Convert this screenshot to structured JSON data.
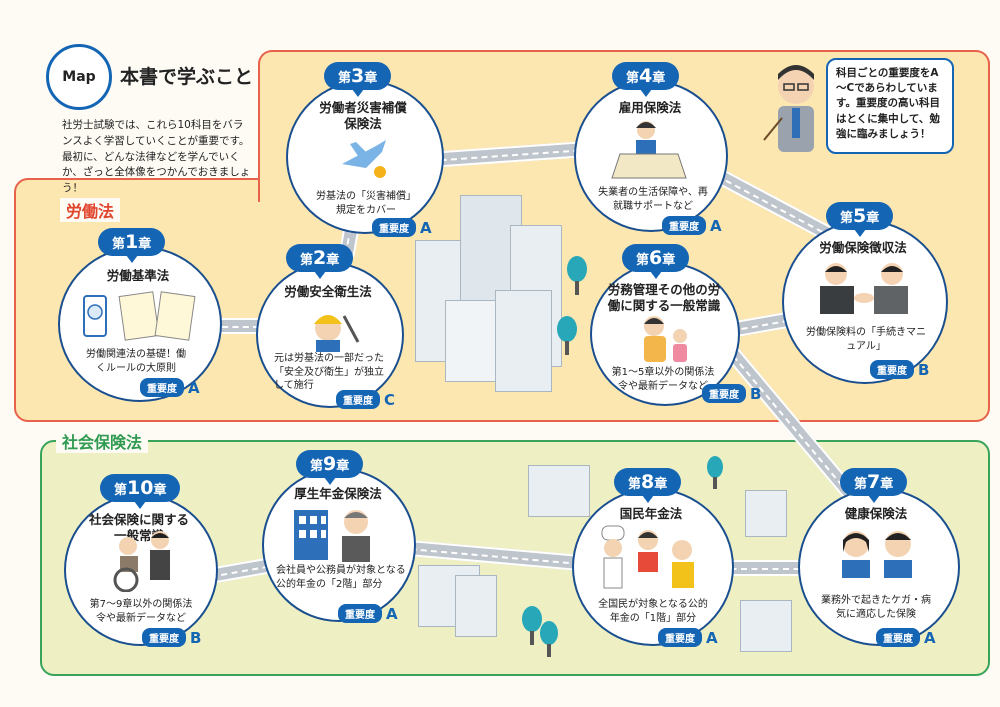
{
  "header": {
    "map_badge": "Map",
    "title": "本書で学ぶこと",
    "intro": "社労士試験では、これら10科目をバランスよく学習していくことが重要です。最初に、どんな法律などを学んでいくか、ざっと全体像をつかんでおきましょう！"
  },
  "teacher": {
    "speech": "科目ごとの重要度をA～Cであらわしています。重要度の高い科目はとくに集中して、勉強に臨みましょう！"
  },
  "sections": {
    "labor": "労働法",
    "social": "社会保険法"
  },
  "importance_label": "重要度",
  "chapters": [
    {
      "prefix": "第",
      "num": "1",
      "suffix": "章",
      "title": "労働基準法",
      "desc": "労働関連法の基礎！働くルールの大原則",
      "grade": "A",
      "icon": "document-clock-icon"
    },
    {
      "prefix": "第",
      "num": "2",
      "suffix": "章",
      "title": "労働安全衛生法",
      "desc": "元は労基法の一部だった「安全及び衛生」が独立して施行",
      "grade": "C",
      "icon": "worker-helmet-icon"
    },
    {
      "prefix": "第",
      "num": "3",
      "suffix": "章",
      "title": "労働者災害補償保険法",
      "desc": "労基法の「災害補償」規定をカバー",
      "grade": "A",
      "icon": "airplane-crash-icon"
    },
    {
      "prefix": "第",
      "num": "4",
      "suffix": "章",
      "title": "雇用保険法",
      "desc": "失業者の生活保障や、再就職サポートなど",
      "grade": "A",
      "icon": "job-seeker-icon"
    },
    {
      "prefix": "第",
      "num": "5",
      "suffix": "章",
      "title": "労働保険徴収法",
      "desc": "労働保険料の「手続きマニュアル」",
      "grade": "B",
      "icon": "handshake-icon"
    },
    {
      "prefix": "第",
      "num": "6",
      "suffix": "章",
      "title": "労務管理その他の労働に関する一般常識",
      "desc": "第1～5章以外の関係法令や最新データなど",
      "grade": "B",
      "icon": "mother-child-icon"
    },
    {
      "prefix": "第",
      "num": "7",
      "suffix": "章",
      "title": "健康保険法",
      "desc": "業務外で起きたケガ・病気に適応した保険",
      "grade": "A",
      "icon": "patients-icon"
    },
    {
      "prefix": "第",
      "num": "8",
      "suffix": "章",
      "title": "国民年金法",
      "desc": "全国民が対象となる公的年金の「1階」部分",
      "grade": "A",
      "icon": "citizens-icon"
    },
    {
      "prefix": "第",
      "num": "9",
      "suffix": "章",
      "title": "厚生年金保険法",
      "desc": "会社員や公務員が対象となる公的年金の「2階」部分",
      "grade": "A",
      "icon": "office-worker-icon"
    },
    {
      "prefix": "第",
      "num": "10",
      "suffix": "章",
      "title": "社会保険に関する一般常識",
      "desc": "第7～9章以外の関係法令や最新データなど",
      "grade": "B",
      "icon": "wheelchair-icon"
    }
  ]
}
